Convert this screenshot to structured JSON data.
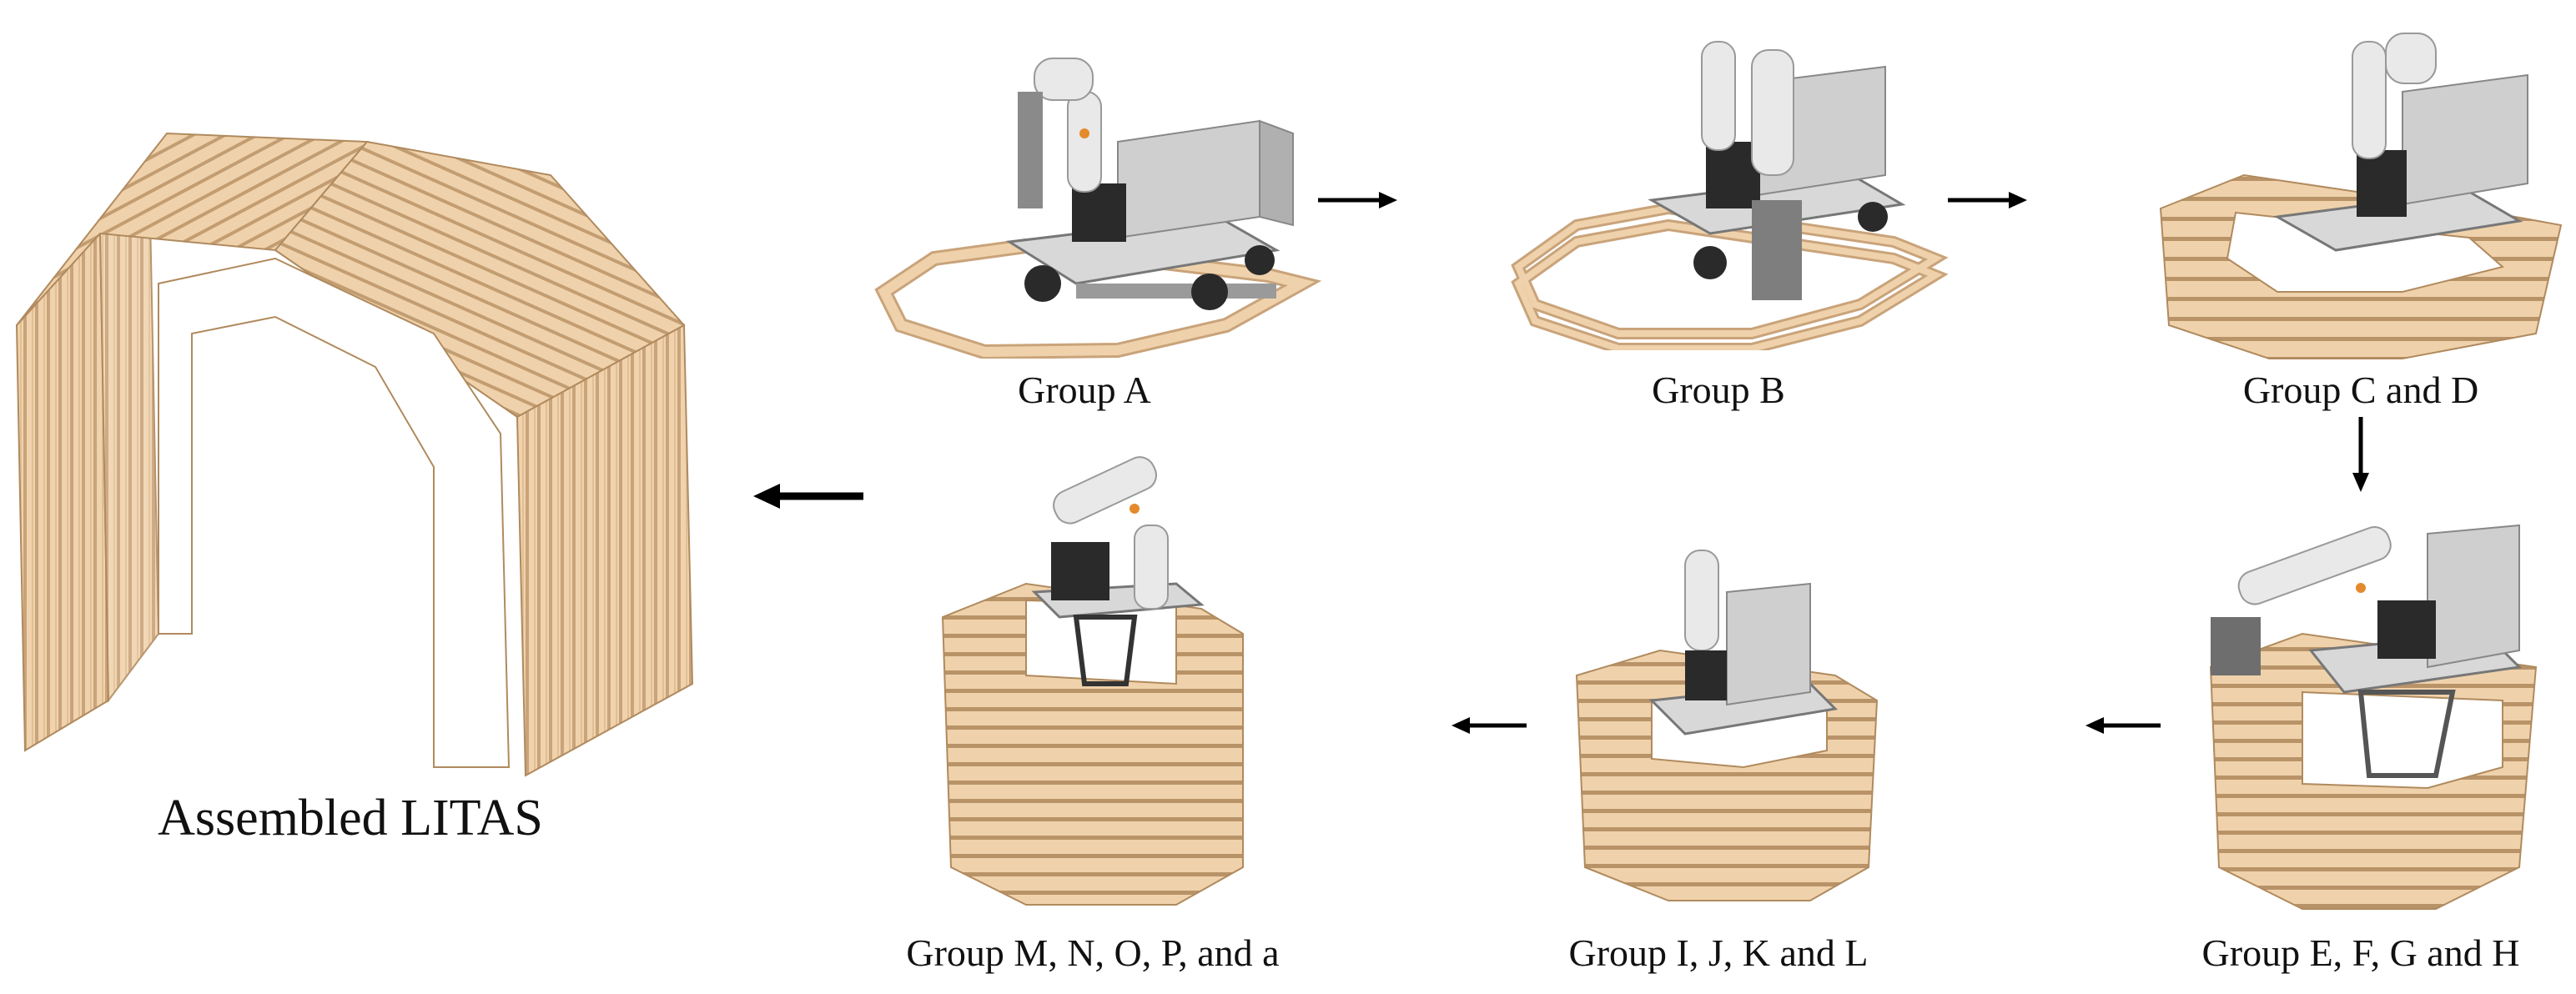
{
  "figure": {
    "final_label": "Assembled LITAS",
    "steps": [
      {
        "id": "A",
        "label": "Group A"
      },
      {
        "id": "B",
        "label": "Group B"
      },
      {
        "id": "CD",
        "label": "Group C and D"
      },
      {
        "id": "EFGH",
        "label": "Group E, F, G and H"
      },
      {
        "id": "IJKL",
        "label": "Group I, J, K and L"
      },
      {
        "id": "MNOPa",
        "label": "Group M, N, O, P, and a"
      }
    ]
  },
  "colors": {
    "timber": "#e6c49a",
    "timber_edge": "#b08a5e",
    "robot_white": "#e9e9e9",
    "robot_grey": "#9a9a9a",
    "robot_dark": "#2a2a2a",
    "cart_grey": "#bdbdbd",
    "arrow": "#000000",
    "accent_orange": "#e38b2c"
  }
}
